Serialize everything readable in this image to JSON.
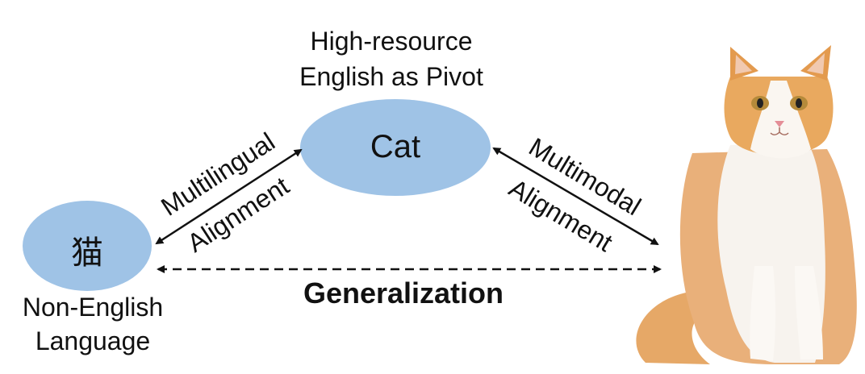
{
  "pivot": {
    "caption_line1": "High-resource",
    "caption_line2": "English as Pivot",
    "node_label": "Cat"
  },
  "source": {
    "node_label": "猫",
    "caption_line1": "Non-English",
    "caption_line2": "Language"
  },
  "edges": {
    "multilingual_line1": "Multilingual",
    "multilingual_line2": "Alignment",
    "multimodal_line1": "Multimodal",
    "multimodal_line2": "Alignment",
    "generalization": "Generalization"
  },
  "colors": {
    "node_fill": "#9fc3e6",
    "arrow": "#111111"
  },
  "image": {
    "subject": "cat-photo"
  }
}
